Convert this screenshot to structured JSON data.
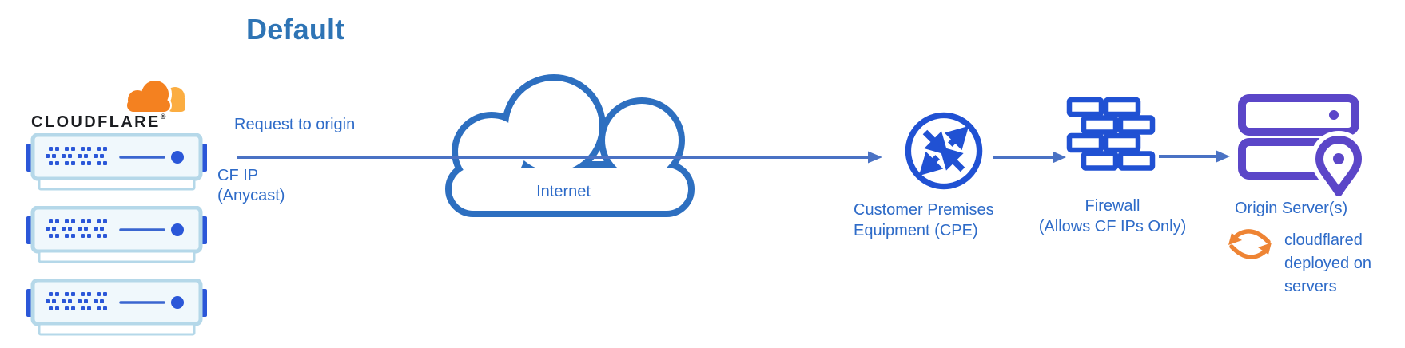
{
  "title": "Default",
  "colors": {
    "title_blue": "#2e74b5",
    "label_blue": "#2e6bc8",
    "flow_arrow_blue": "#4a72c4",
    "internet_cloud_blue": "#2d6fc0",
    "icon_blue": "#2051d3",
    "origin_purple": "#5b46c8",
    "cloudflare_orange": "#f48120",
    "cloudflare_orange_light": "#fbad41",
    "cloudflared_sync_orange": "#ee8434",
    "server_border_light_blue": "#b5d8e9",
    "server_fill": "#f0f8fc",
    "server_accent_blue": "#2b57d8",
    "wordmark_black": "#1b1d21"
  },
  "cloudflare_stack": {
    "logo_text": "CLOUDFLARE",
    "registered_mark": "®",
    "server_count": 3
  },
  "flow": {
    "request_label": "Request to origin",
    "source_ip_label": "CF IP\n(Anycast)",
    "internet_label": "Internet"
  },
  "nodes": {
    "cpe": {
      "label": "Customer Premises\nEquipment (CPE)"
    },
    "firewall": {
      "label": "Firewall\n(Allows CF IPs Only)"
    },
    "origin": {
      "label": "Origin Server(s)",
      "note": "cloudflared\ndeployed on\nservers"
    }
  },
  "icons": {
    "cloudflare_logo": "cloudflare-cloud-logo",
    "edge_server": "server-rack-icon",
    "internet": "cloud-icon",
    "cpe": "router-arrows-icon",
    "firewall": "brick-wall-icon",
    "origin": "server-stack-icon",
    "origin_pin": "location-pin-icon",
    "cloudflared": "sync-arrows-icon"
  }
}
